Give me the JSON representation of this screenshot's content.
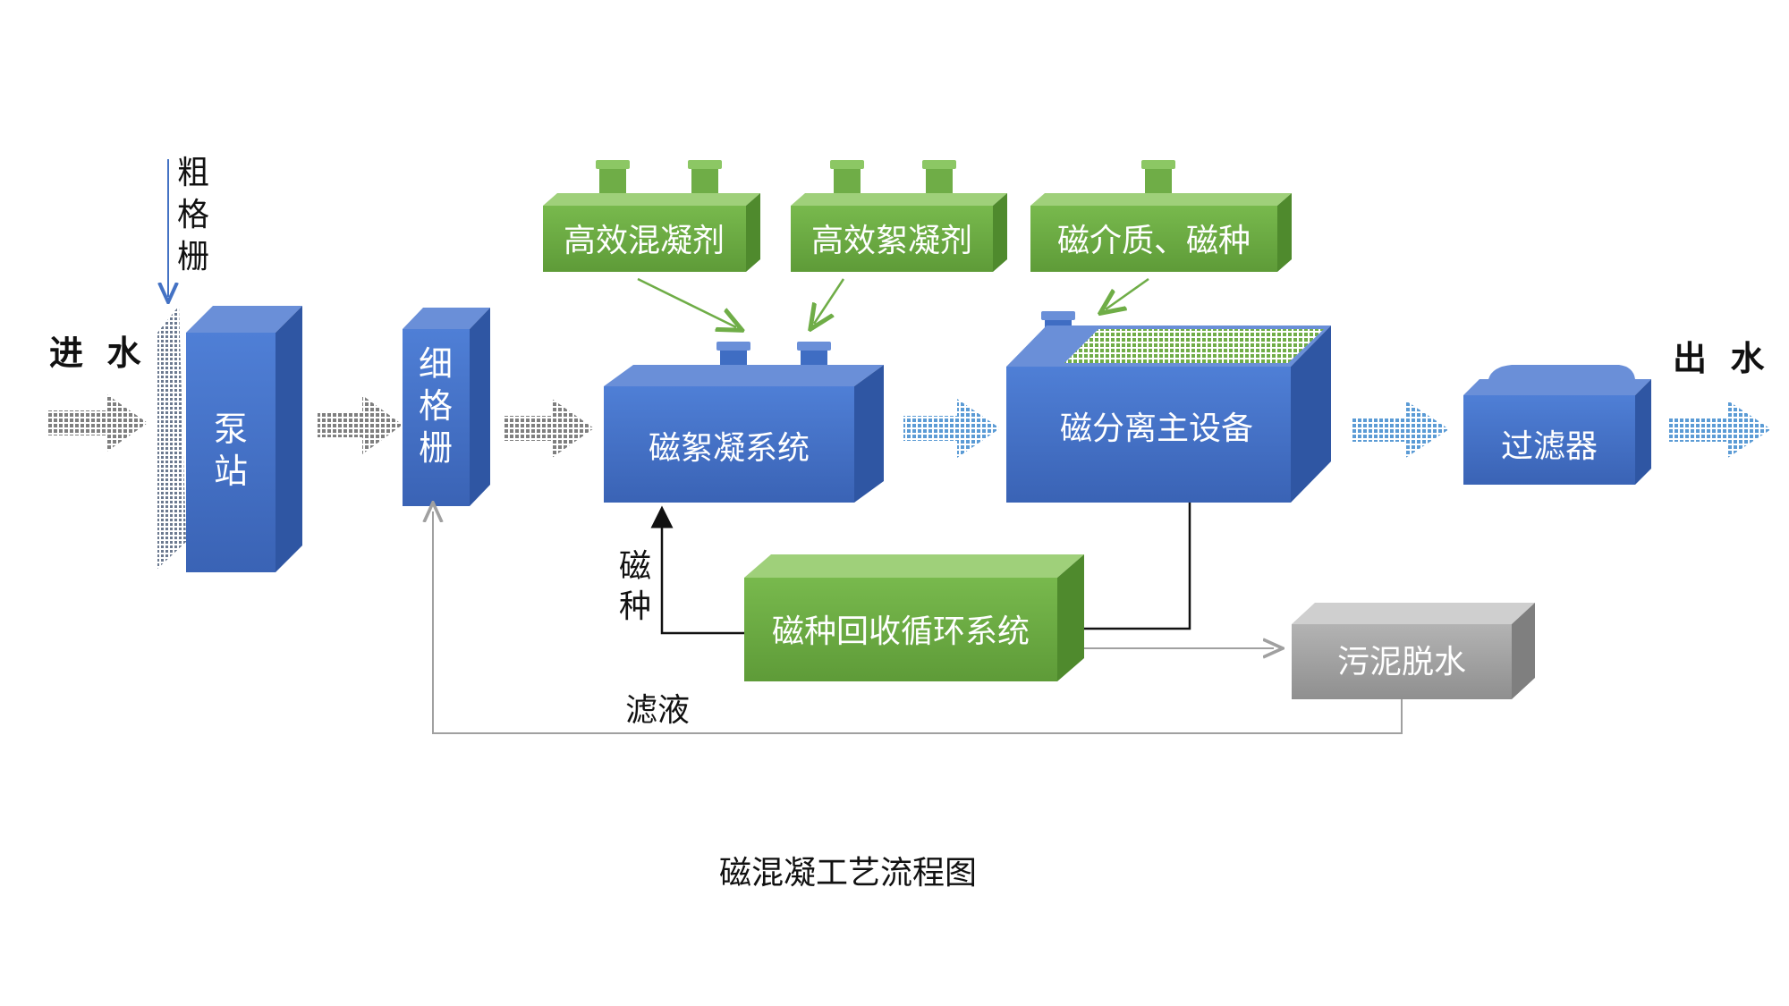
{
  "labels": {
    "inlet": "进  水",
    "outlet": "出  水",
    "coarse_screen": [
      "粗",
      "格",
      "栅"
    ],
    "pump_station": [
      "泵",
      "站"
    ],
    "fine_screen": [
      "细",
      "格",
      "栅"
    ],
    "coagulant": "高效混凝剂",
    "flocculant": "高效絮凝剂",
    "magnetic_media": "磁介质、磁种",
    "magnetic_flocculation": "磁絮凝系统",
    "magnetic_separator": "磁分离主设备",
    "filter": "过滤器",
    "recycle_system": "磁种回收循环系统",
    "sludge_dewatering": "污泥脱水",
    "magnetic_seed": [
      "磁",
      "种"
    ],
    "filtrate": "滤液"
  },
  "caption": "磁混凝工艺流程图",
  "colors": {
    "blue": "#4472c4",
    "green": "#6fad47",
    "gray": "#a6a6a6",
    "arrow_gray": "#8c8c8c",
    "arrow_blue": "#5b9bd5"
  }
}
